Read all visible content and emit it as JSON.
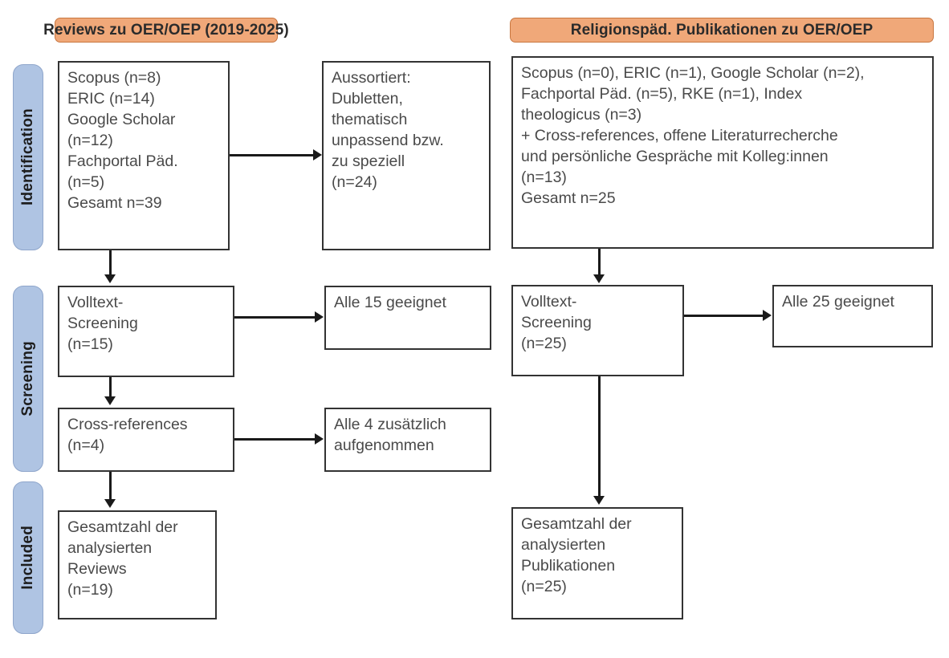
{
  "headers": {
    "left": "Reviews zu OER/OEP (2019-2025)",
    "right": "Religionspäd. Publikationen zu OER/OEP"
  },
  "stages": [
    {
      "key": "identification",
      "label": "Identification"
    },
    {
      "key": "screening",
      "label": "Screening"
    },
    {
      "key": "included",
      "label": "Included"
    }
  ],
  "left_column": {
    "identification_sources": "Scopus (n=8)\nERIC (n=14)\nGoogle Scholar\n(n=12)\nFachportal Päd.\n(n=5)\nGesamt n=39",
    "identification_excluded": "Aussortiert:\nDubletten,\nthematisch\nunpassend bzw.\nzu speziell\n(n=24)",
    "screening_fulltext": "Volltext-\nScreening\n(n=15)",
    "screening_fulltext_result": "Alle 15 geeignet",
    "cross_references": "Cross-references\n(n=4)",
    "cross_references_result": "Alle 4 zusätzlich\naufgenommen",
    "included_total": "Gesamtzahl der\nanalysierten\nReviews\n(n=19)"
  },
  "right_column": {
    "identification_sources": "Scopus (n=0), ERIC (n=1), Google Scholar (n=2),\nFachportal Päd. (n=5), RKE (n=1), Index\ntheologicus (n=3)\n+ Cross-references, offene Literaturrecherche\nund persönliche Gespräche mit Kolleg:innen\n(n=13)\nGesamt n=25",
    "screening_fulltext": "Volltext-\nScreening\n(n=25)",
    "screening_fulltext_result": "Alle 25 geeignet",
    "included_total": "Gesamtzahl der\nanalysierten\nPublikationen\n(n=25)"
  },
  "colors": {
    "header_fill": "#F0A879",
    "header_border": "#C8763F",
    "stage_fill": "#AFC4E3",
    "stage_border": "#8FA6CB",
    "box_border": "#333333",
    "text": "#4a4a4a",
    "connector": "#1a1a1a"
  },
  "chart_data": {
    "type": "diagram",
    "title": "PRISMA-style literature selection flow",
    "columns": [
      {
        "name": "Reviews zu OER/OEP (2019-2025)",
        "stages": [
          {
            "stage": "Identification",
            "records": 39,
            "sources": [
              {
                "database": "Scopus",
                "n": 8
              },
              {
                "database": "ERIC",
                "n": 14
              },
              {
                "database": "Google Scholar",
                "n": 12
              },
              {
                "database": "Fachportal Päd.",
                "n": 5
              }
            ],
            "excluded": {
              "reason": "Dubletten, thematisch unpassend bzw. zu speziell",
              "n": 24
            }
          },
          {
            "stage": "Screening",
            "fulltext_screened": 15,
            "fulltext_suitable": 15,
            "cross_references": 4,
            "cross_references_included": 4
          },
          {
            "stage": "Included",
            "total": 19,
            "unit": "Reviews"
          }
        ]
      },
      {
        "name": "Religionspäd. Publikationen zu OER/OEP",
        "stages": [
          {
            "stage": "Identification",
            "records": 25,
            "sources": [
              {
                "database": "Scopus",
                "n": 0
              },
              {
                "database": "ERIC",
                "n": 1
              },
              {
                "database": "Google Scholar",
                "n": 2
              },
              {
                "database": "Fachportal Päd.",
                "n": 5
              },
              {
                "database": "RKE",
                "n": 1
              },
              {
                "database": "Index theologicus",
                "n": 3
              },
              {
                "database": "Cross-references, offene Literaturrecherche und persönliche Gespräche mit Kolleg:innen",
                "n": 13
              }
            ]
          },
          {
            "stage": "Screening",
            "fulltext_screened": 25,
            "fulltext_suitable": 25
          },
          {
            "stage": "Included",
            "total": 25,
            "unit": "Publikationen"
          }
        ]
      }
    ]
  }
}
